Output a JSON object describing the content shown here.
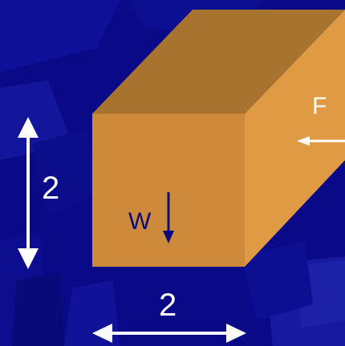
{
  "labels": {
    "height": "2",
    "width": "2",
    "weight": "W",
    "force": "F"
  },
  "colors": {
    "background": "#0a0a88",
    "box_front": "#cc8a3a",
    "box_top": "#a8732f",
    "box_side": "#e09a44",
    "arrow_light": "#ffffff",
    "arrow_dark": "#0a0a7a",
    "label_text": "#ffffff",
    "weight_text": "#0a0a7a"
  }
}
